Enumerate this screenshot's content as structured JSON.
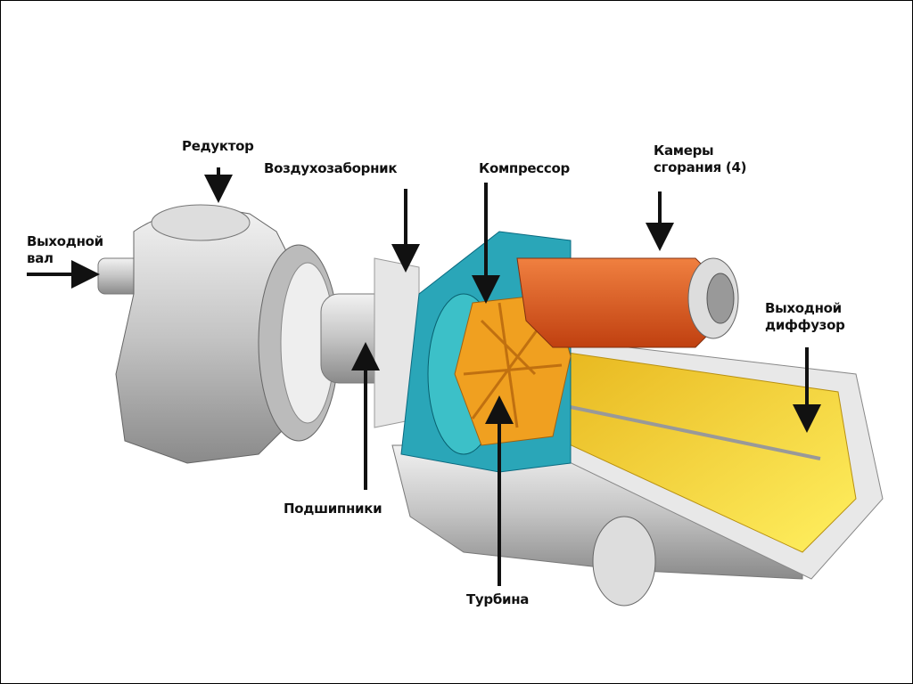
{
  "labels": {
    "gearbox": "Редуктор",
    "air_intake": "Воздухозаборник",
    "compressor": "Компрессор",
    "combustion_line1": "Камеры",
    "combustion_line2": "сгорания (4)",
    "output_shaft_line1": "Выходной",
    "output_shaft_line2": "вал",
    "diffuser_line1": "Выходной",
    "diffuser_line2": "диффузор",
    "bearings": "Подшипники",
    "turbine": "Турбина"
  },
  "colors": {
    "metal": "#c8c8c8",
    "compressor": "#2aa6b8",
    "combustor": "#e0602a",
    "turbine": "#f0a020",
    "diffuser": "#f5e030"
  }
}
